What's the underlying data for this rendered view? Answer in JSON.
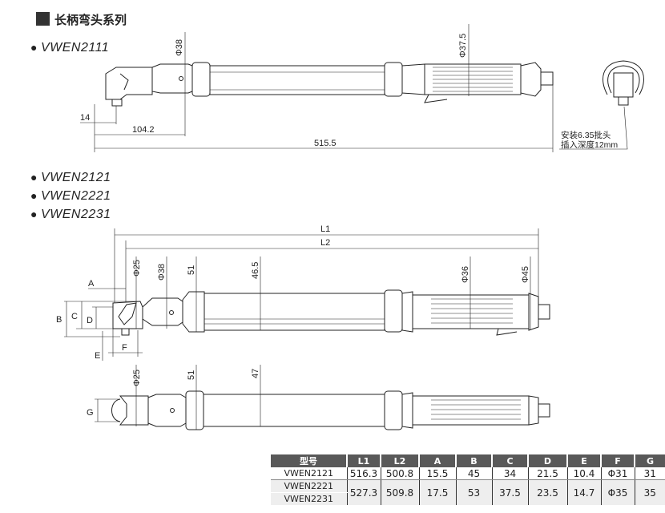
{
  "section_title": "长柄弯头系列",
  "models": {
    "first": "VWEN2111",
    "group": [
      "VWEN2121",
      "VWEN2221",
      "VWEN2231"
    ]
  },
  "drawing1": {
    "dims": {
      "head_dia": "Φ38",
      "grip_dia": "Φ37.5",
      "offset": "14",
      "head_len": "104.2",
      "total_len": "515.5"
    },
    "note_line1": "安装6.35批头",
    "note_line2": "插入深度12mm"
  },
  "drawing2": {
    "dims": {
      "L1": "L1",
      "L2": "L2",
      "phi25": "Φ25",
      "phi38": "Φ38",
      "d51": "51",
      "d46_5": "46.5",
      "phi36": "Φ36",
      "phi45": "Φ45",
      "A": "A",
      "B": "B",
      "C": "C",
      "D": "D",
      "E": "E",
      "F": "F"
    }
  },
  "drawing3": {
    "dims": {
      "phi25": "Φ25",
      "d51": "51",
      "d47": "47",
      "G": "G"
    }
  },
  "table": {
    "headers": [
      "型号",
      "L1",
      "L2",
      "A",
      "B",
      "C",
      "D",
      "E",
      "F",
      "G"
    ],
    "row1": [
      "VWEN2121",
      "516.3",
      "500.8",
      "15.5",
      "45",
      "34",
      "21.5",
      "10.4",
      "Φ31",
      "31"
    ],
    "row2_models": [
      "VWEN2221",
      "VWEN2231"
    ],
    "row2_values": [
      "527.3",
      "509.8",
      "17.5",
      "53",
      "37.5",
      "23.5",
      "14.7",
      "Φ35",
      "35"
    ]
  }
}
